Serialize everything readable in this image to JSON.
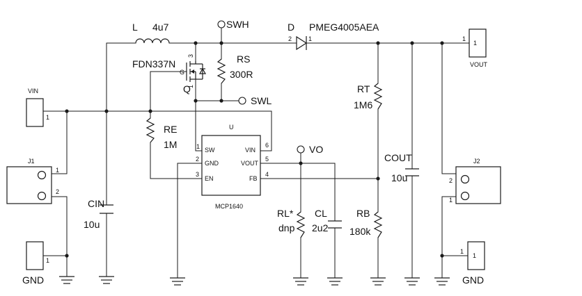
{
  "components": {
    "inductor": {
      "ref": "L",
      "value": "4u7"
    },
    "diode": {
      "ref": "D",
      "value": "PMEG4005AEA",
      "pin2": "2",
      "pin1": "1"
    },
    "mosfet": {
      "ref": "Q",
      "part": "FDN337N",
      "pin_g": "G",
      "pin_d": "3",
      "pin_s": "1"
    },
    "rs": {
      "ref": "RS",
      "value": "300R"
    },
    "rt": {
      "ref": "RT",
      "value": "1M6"
    },
    "re": {
      "ref": "RE",
      "value": "1M"
    },
    "rb": {
      "ref": "RB",
      "value": "180k"
    },
    "rl": {
      "ref": "RL*",
      "value": "dnp"
    },
    "cl": {
      "ref": "CL",
      "value": "2u2"
    },
    "cin": {
      "ref": "CIN",
      "value": "10u"
    },
    "cout": {
      "ref": "COUT",
      "value": "10u"
    }
  },
  "ic": {
    "ref": "U",
    "part": "MCP1640",
    "pins": [
      {
        "num": "1",
        "name": "SW"
      },
      {
        "num": "2",
        "name": "GND"
      },
      {
        "num": "3",
        "name": "EN"
      },
      {
        "num": "6",
        "name": "VIN"
      },
      {
        "num": "5",
        "name": "VOUT"
      },
      {
        "num": "4",
        "name": "FB"
      }
    ]
  },
  "connectors": {
    "vin": {
      "label": "VIN",
      "pin": "1"
    },
    "vout": {
      "label": "VOUT",
      "pin": "1"
    },
    "gnd_left": {
      "label": "GND",
      "pin": "1"
    },
    "gnd_right": {
      "label": "GND",
      "pin": "1"
    },
    "j1": {
      "ref": "J1",
      "pin1": "1",
      "pin2": "2"
    },
    "j2": {
      "ref": "J2",
      "pin1": "1",
      "pin2": "2"
    }
  },
  "testpoints": {
    "swh": "SWH",
    "swl": "SWL",
    "vo": "VO"
  },
  "extra_pins": {
    "vout_net_pin": "1"
  }
}
